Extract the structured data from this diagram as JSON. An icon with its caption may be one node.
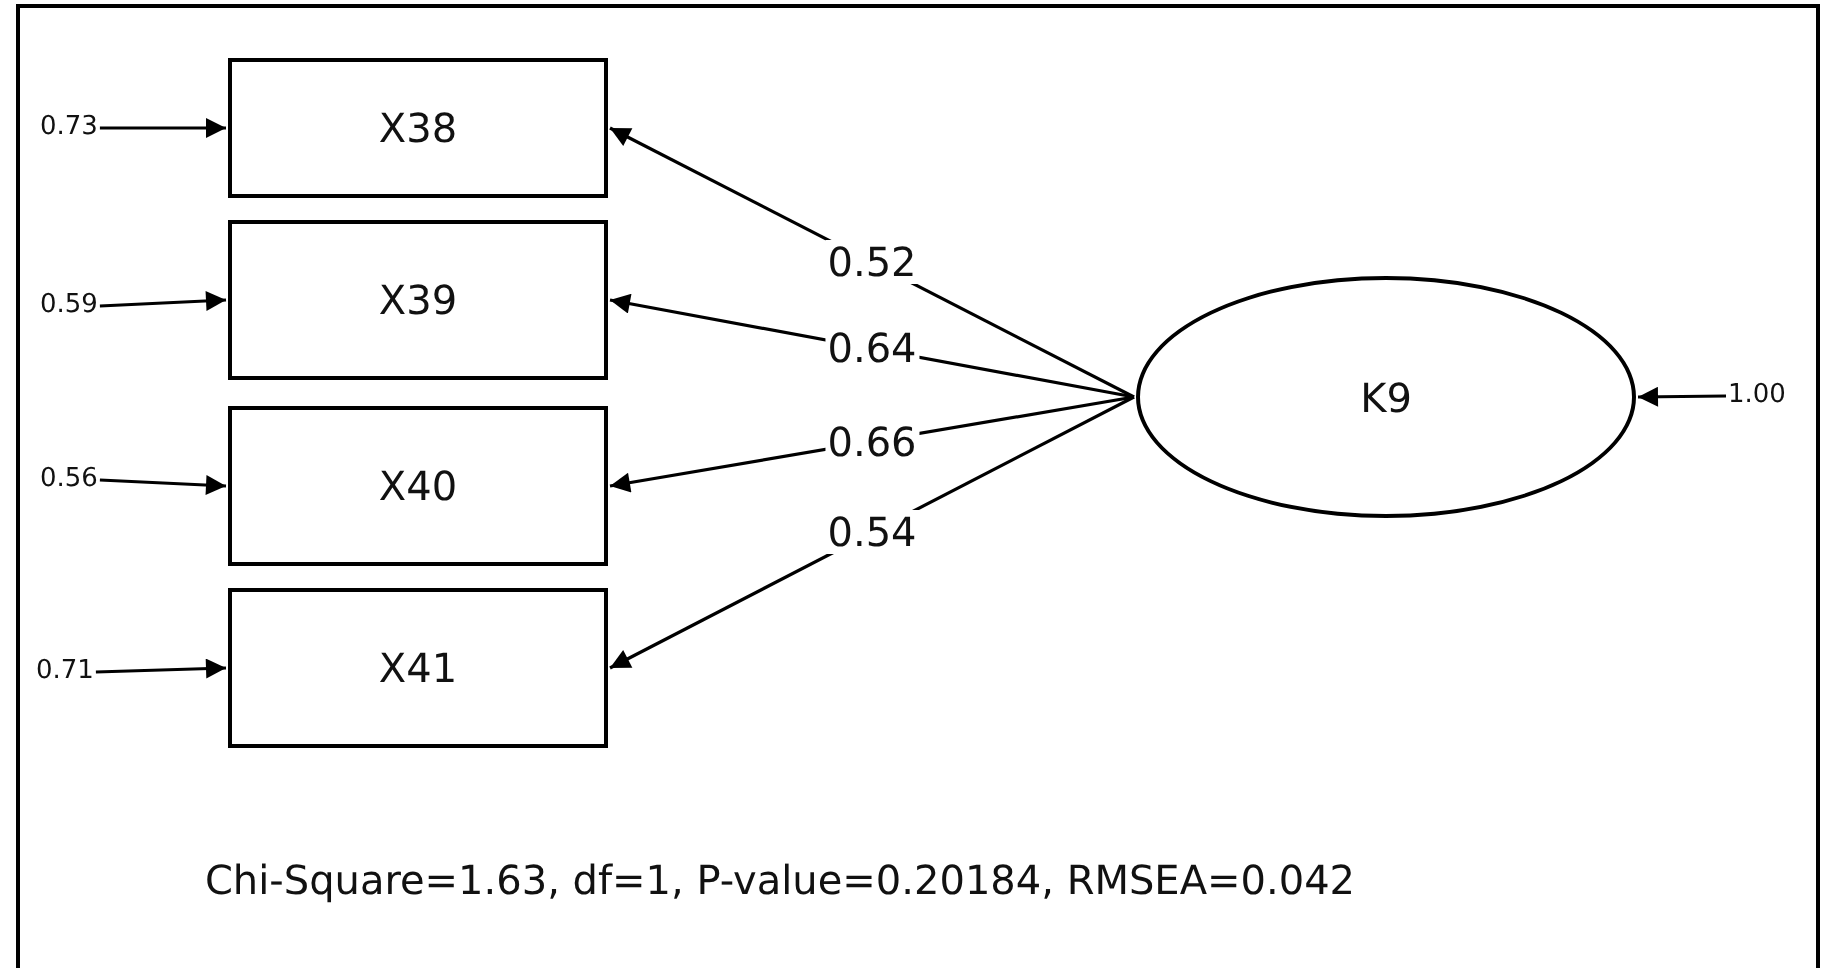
{
  "diagram": {
    "nodes": [
      {
        "text": [
          "X38"
        ]
      },
      {
        "text": [
          "X39"
        ]
      },
      {
        "text": [
          "X40"
        ]
      },
      {
        "text": [
          "X41"
        ]
      },
      {
        "text": [
          "K9"
        ]
      },
      {
        "text": [
          "0.73"
        ]
      },
      {
        "text": [
          "0.59"
        ]
      },
      {
        "text": [
          "0.56"
        ]
      },
      {
        "text": [
          "0.71"
        ]
      },
      {
        "text": [
          "1.00"
        ]
      }
    ],
    "edges": [
      {
        "from": 4,
        "to": 0,
        "arrow": "to",
        "label": "0.52"
      },
      {
        "from": 4,
        "to": 1,
        "arrow": "to",
        "label": "0.64"
      },
      {
        "from": 4,
        "to": 2,
        "arrow": "to",
        "label": "0.66"
      },
      {
        "from": 4,
        "to": 3,
        "arrow": "to",
        "label": "0.54"
      },
      {
        "from": 5,
        "to": 0,
        "arrow": "to"
      },
      {
        "from": 6,
        "to": 1,
        "arrow": "to"
      },
      {
        "from": 7,
        "to": 2,
        "arrow": "to"
      },
      {
        "from": 8,
        "to": 3,
        "arrow": "to"
      },
      {
        "from": 9,
        "to": 4,
        "arrow": "to"
      }
    ],
    "labels": [
      "Chi-Square=1.63, df=1, P-value=0.20184, RMSEA=0.042"
    ]
  }
}
